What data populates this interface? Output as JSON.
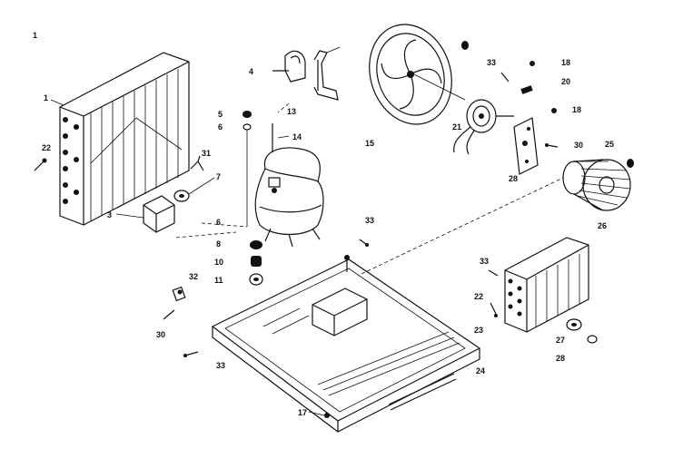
{
  "callouts": [
    {
      "id": "c-1-top",
      "text": "1"
    },
    {
      "id": "c-1",
      "text": "1"
    },
    {
      "id": "c-22-left",
      "text": "22"
    },
    {
      "id": "c-3",
      "text": "3"
    },
    {
      "id": "c-4",
      "text": "4"
    },
    {
      "id": "c-5",
      "text": "5"
    },
    {
      "id": "c-6-a",
      "text": "6"
    },
    {
      "id": "c-13",
      "text": "13"
    },
    {
      "id": "c-14",
      "text": "14"
    },
    {
      "id": "c-31",
      "text": "31"
    },
    {
      "id": "c-7",
      "text": "7"
    },
    {
      "id": "c-6-b",
      "text": "6"
    },
    {
      "id": "c-8",
      "text": "8"
    },
    {
      "id": "c-10",
      "text": "10"
    },
    {
      "id": "c-11",
      "text": "11"
    },
    {
      "id": "c-15",
      "text": "15"
    },
    {
      "id": "c-33-top",
      "text": "33"
    },
    {
      "id": "c-18-a",
      "text": "18"
    },
    {
      "id": "c-20",
      "text": "20"
    },
    {
      "id": "c-21",
      "text": "21"
    },
    {
      "id": "c-18-b",
      "text": "18"
    },
    {
      "id": "c-30-right",
      "text": "30"
    },
    {
      "id": "c-25",
      "text": "25"
    },
    {
      "id": "c-28-a",
      "text": "28"
    },
    {
      "id": "c-26",
      "text": "26"
    },
    {
      "id": "c-33-mid",
      "text": "33"
    },
    {
      "id": "c-33-right",
      "text": "33"
    },
    {
      "id": "c-22-right",
      "text": "22"
    },
    {
      "id": "c-23",
      "text": "23"
    },
    {
      "id": "c-32",
      "text": "32"
    },
    {
      "id": "c-30-left",
      "text": "30"
    },
    {
      "id": "c-33-bot",
      "text": "33"
    },
    {
      "id": "c-24",
      "text": "24"
    },
    {
      "id": "c-17",
      "text": "17"
    },
    {
      "id": "c-27",
      "text": "27"
    },
    {
      "id": "c-28-b",
      "text": "28"
    }
  ],
  "colors": {
    "ink": "#111111",
    "paper": "#ffffff"
  }
}
